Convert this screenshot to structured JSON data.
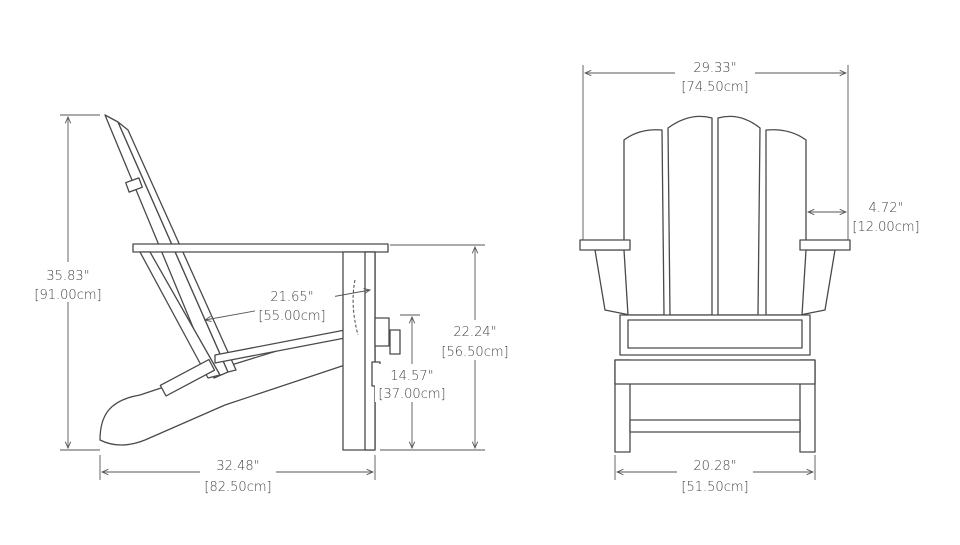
{
  "side_view": {
    "height": {
      "in": "35.83\"",
      "cm": "[91.00cm]"
    },
    "seat_depth": {
      "in": "21.65\"",
      "cm": "[55.00cm]"
    },
    "arm_height": {
      "in": "22.24\"",
      "cm": "[56.50cm]"
    },
    "seat_height": {
      "in": "14.57\"",
      "cm": "[37.00cm]"
    },
    "depth": {
      "in": "32.48\"",
      "cm": "[82.50cm]"
    }
  },
  "front_view": {
    "width": {
      "in": "29.33\"",
      "cm": "[74.50cm]"
    },
    "arm_width": {
      "in": "4.72\"",
      "cm": "[12.00cm]"
    },
    "seat_width": {
      "in": "20.28\"",
      "cm": "[51.50cm]"
    }
  },
  "colors": {
    "line": "#4a4a4a",
    "text": "#444444"
  }
}
